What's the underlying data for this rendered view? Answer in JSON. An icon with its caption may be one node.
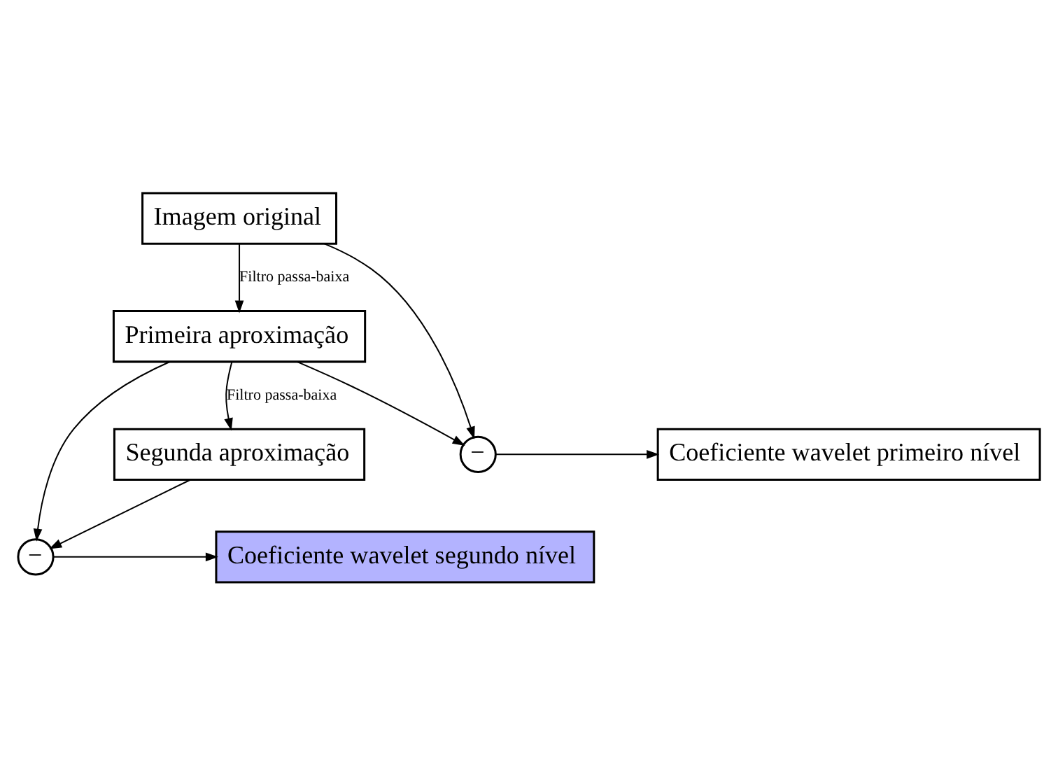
{
  "diagram": {
    "nodes": [
      {
        "text": [
          "Imagem original"
        ]
      },
      {
        "text": [
          "Primeira aproximação"
        ]
      },
      {
        "text": [
          "Segunda aproximação"
        ]
      },
      {
        "text": [
          "−"
        ]
      },
      {
        "text": [
          "Coeficiente wavelet primeiro nível"
        ]
      },
      {
        "text": [
          "−"
        ]
      },
      {
        "text": [
          "Coeficiente wavelet segundo nível"
        ]
      }
    ],
    "edges": [
      {
        "from": 0,
        "to": 1,
        "arrow": "to",
        "label": "Filtro passa-baixa"
      },
      {
        "from": 1,
        "to": 2,
        "arrow": "to",
        "label": "Filtro passa-baixa"
      },
      {
        "from": 0,
        "to": 3,
        "arrow": "to"
      },
      {
        "from": 1,
        "to": 3,
        "arrow": "to"
      },
      {
        "from": 3,
        "to": 4,
        "arrow": "to"
      },
      {
        "from": 1,
        "to": 5,
        "arrow": "to"
      },
      {
        "from": 2,
        "to": 5,
        "arrow": "to"
      },
      {
        "from": 5,
        "to": 6,
        "arrow": "to"
      }
    ]
  }
}
